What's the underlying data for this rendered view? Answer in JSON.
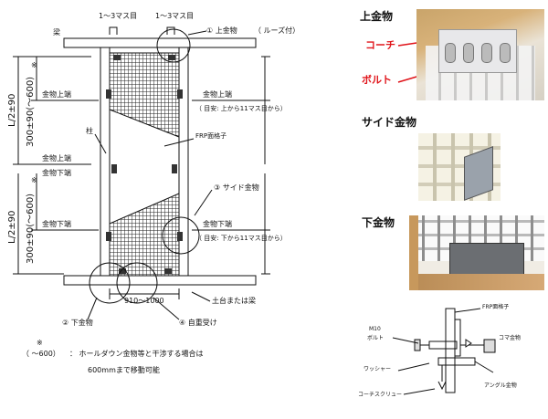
{
  "main_diagram": {
    "top_marks": [
      "1～3マス目",
      "1～3マス目"
    ],
    "label_beam": "梁",
    "label_column": "柱",
    "label_grid": "FRP面格子",
    "hardware": {
      "top": "① 上金物",
      "loose": "（ ルーズ付）",
      "side": "③ サイド金物",
      "bottom": "② 下金物",
      "weight": "④ 自重受け"
    },
    "top_end_labels": [
      "金物上端",
      "金物上端",
      "金物上端"
    ],
    "bottom_end_labels": [
      "金物下端",
      "金物下端",
      "金物下端"
    ],
    "guide_top": "（ 目安: 上から11マス目から）",
    "guide_bottom": "（ 目安: 下から11マス目から）",
    "base": "土台または梁",
    "width_dim": "910～1000",
    "dims": {
      "upper_half": "L/2±90",
      "upper_range": "300±90(～600)",
      "lower_half": "L/2±90",
      "lower_range": "300±90(～600)",
      "note_mark": "※"
    },
    "footnote": {
      "mark": "※",
      "range": "（ ～600）",
      "line1": "： ホールダウン金物等と干渉する場合は",
      "line2": "600mmまで移動可能"
    }
  },
  "photos": {
    "top": {
      "title": "上金物",
      "callout_coach": "コーチ",
      "callout_bolt": "ボルト"
    },
    "side": {
      "title": "サイド金物"
    },
    "bottom": {
      "title": "下金物"
    }
  },
  "detail": {
    "frp": "FRP面格子",
    "m10": "M10",
    "bolt": "ボルト",
    "koma": "コマ金物",
    "washer": "ワッシャー",
    "angle": "アングル金物",
    "coach_screw": "コーチスクリュー"
  },
  "colors": {
    "callout": "#e0141a",
    "line": "#111111"
  }
}
